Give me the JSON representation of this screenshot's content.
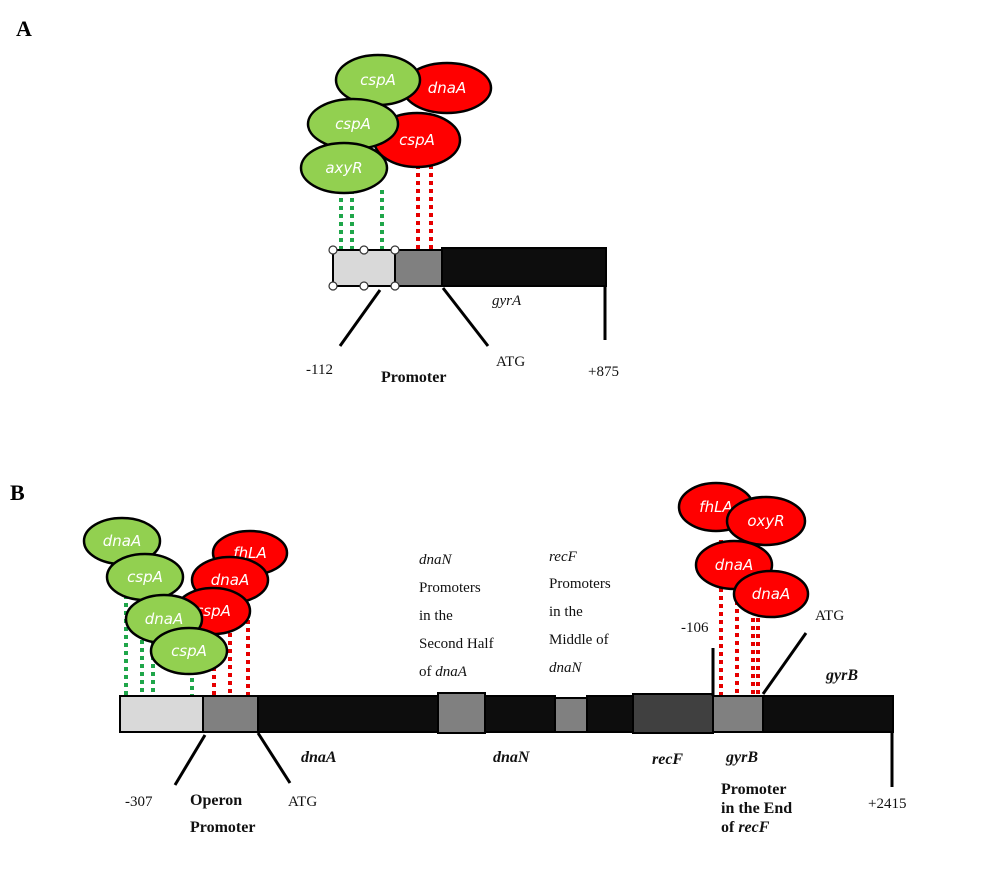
{
  "panels": {
    "a": {
      "label": "A",
      "gene": "gyrA",
      "coord_start": "-112",
      "coord_end": "+875",
      "promoter": "Promoter",
      "atg": "ATG",
      "proteins": [
        {
          "name": "cspA",
          "color": "#92d050"
        },
        {
          "name": "dnaA",
          "color": "#ff0000"
        },
        {
          "name": "cspA",
          "color": "#92d050"
        },
        {
          "name": "cspA",
          "color": "#ff0000"
        },
        {
          "name": "axyR",
          "color": "#92d050"
        }
      ]
    },
    "b": {
      "label": "B",
      "coord_start": "-307",
      "coord_gyrb_promoter": "-106",
      "coord_end": "+2415",
      "operon_promoter": [
        "Operon",
        "Promoter"
      ],
      "atg_left": "ATG",
      "atg_right": "ATG",
      "gene_dnaA": "dnaA",
      "gene_dnaN": "dnaN",
      "gene_recF": "recF",
      "gene_gyrB_box": "gyrB",
      "gene_gyrB_end": "gyrB",
      "dnan_note": [
        "dnaN",
        "Promoters",
        "in the",
        "Second Half",
        "of dnaA"
      ],
      "recf_note": [
        "recF",
        "Promoters",
        "in the",
        "Middle of",
        "dnaN"
      ],
      "gyrb_promoter_note": [
        "Promoter",
        "in the End",
        "of recF"
      ],
      "left_proteins": [
        {
          "name": "dnaA",
          "color": "#92d050"
        },
        {
          "name": "fhLA",
          "color": "#ff0000"
        },
        {
          "name": "cspA",
          "color": "#92d050"
        },
        {
          "name": "dnaA",
          "color": "#ff0000"
        },
        {
          "name": "dnaA",
          "color": "#92d050"
        },
        {
          "name": "cspA",
          "color": "#ff0000"
        },
        {
          "name": "cspA",
          "color": "#92d050"
        }
      ],
      "right_proteins": [
        {
          "name": "fhLA",
          "color": "#ff0000"
        },
        {
          "name": "oxyR",
          "color": "#ff0000"
        },
        {
          "name": "dnaA",
          "color": "#ff0000"
        },
        {
          "name": "dnaA",
          "color": "#ff0000"
        }
      ]
    }
  },
  "colors": {
    "activator": "#92d050",
    "repressor": "#ff0000",
    "green_link": "#1fa64a",
    "red_link": "#e60000",
    "gene_body": "#0d0d0d",
    "promoter_box": "#808080",
    "light_box": "#d9d9d9"
  }
}
